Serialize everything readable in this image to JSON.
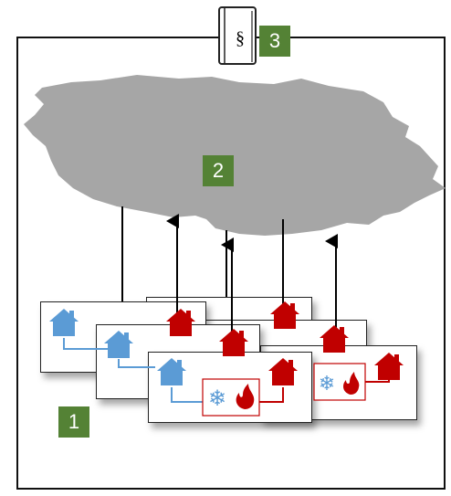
{
  "book": {
    "symbol": "§"
  },
  "badges": {
    "one": "1",
    "two": "2",
    "three": "3"
  },
  "colors": {
    "badge": "#548235",
    "map": "#a6a6a6",
    "cold": "#5b9bd5",
    "hot": "#c00000"
  },
  "icons": [
    "house-icon",
    "snowflake-icon",
    "flame-icon",
    "arrow-up-icon",
    "law-book-icon"
  ]
}
